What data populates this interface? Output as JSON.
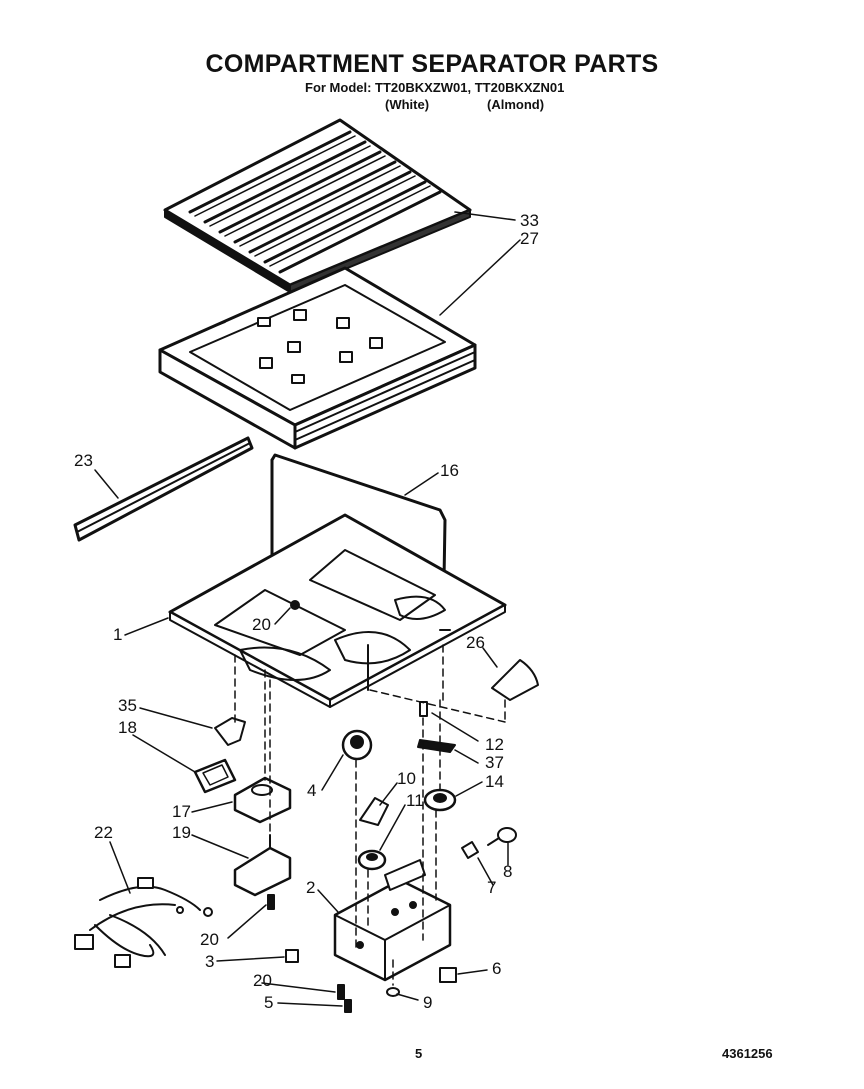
{
  "header": {
    "title": "COMPARTMENT SEPARATOR PARTS",
    "subtitle": "For Model: TT20BKXZW01, TT20BKXZN01",
    "variant_white": "(White)",
    "variant_almond": "(Almond)"
  },
  "callouts": [
    {
      "id": "c33",
      "text": "33"
    },
    {
      "id": "c27",
      "text": "27"
    },
    {
      "id": "c23",
      "text": "23"
    },
    {
      "id": "c16",
      "text": "16"
    },
    {
      "id": "c1",
      "text": "1"
    },
    {
      "id": "c20a",
      "text": "20"
    },
    {
      "id": "c26",
      "text": "26"
    },
    {
      "id": "c35",
      "text": "35"
    },
    {
      "id": "c18",
      "text": "18"
    },
    {
      "id": "c12",
      "text": "12"
    },
    {
      "id": "c37",
      "text": "37"
    },
    {
      "id": "c4",
      "text": "4"
    },
    {
      "id": "c10",
      "text": "10"
    },
    {
      "id": "c11",
      "text": "11"
    },
    {
      "id": "c14",
      "text": "14"
    },
    {
      "id": "c17",
      "text": "17"
    },
    {
      "id": "c19",
      "text": "19"
    },
    {
      "id": "c22",
      "text": "22"
    },
    {
      "id": "c8",
      "text": "8"
    },
    {
      "id": "c7",
      "text": "7"
    },
    {
      "id": "c2",
      "text": "2"
    },
    {
      "id": "c20b",
      "text": "20"
    },
    {
      "id": "c3",
      "text": "3"
    },
    {
      "id": "c6",
      "text": "6"
    },
    {
      "id": "c20c",
      "text": "20"
    },
    {
      "id": "c9",
      "text": "9"
    },
    {
      "id": "c5",
      "text": "5"
    }
  ],
  "footer": {
    "page_number": "5",
    "document_number": "4361256"
  }
}
